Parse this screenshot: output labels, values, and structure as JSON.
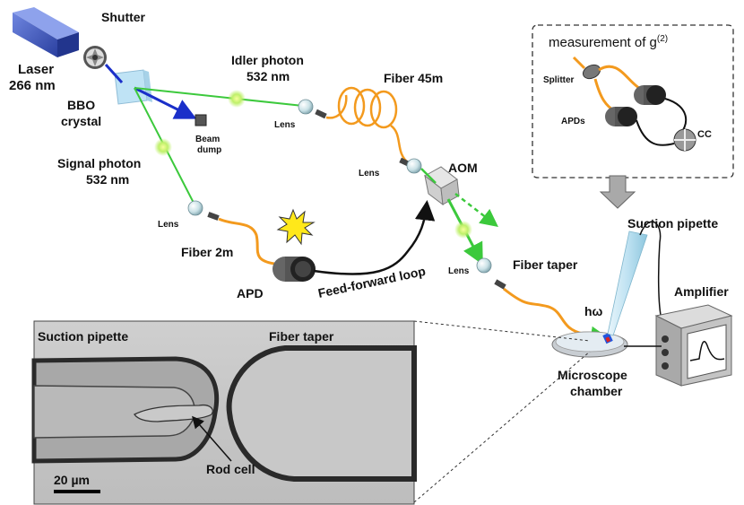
{
  "labels": {
    "shutter": "Shutter",
    "laser_line1": "Laser",
    "laser_line2": "266 nm",
    "bbo_line1": "BBO",
    "bbo_line2": "crystal",
    "idler_line1": "Idler photon",
    "idler_line2": "532 nm",
    "signal_line1": "Signal photon",
    "signal_line2": "532 nm",
    "beam_dump_line1": "Beam",
    "beam_dump_line2": "dump",
    "fiber_45": "Fiber 45m",
    "fiber_2": "Fiber 2m",
    "lens_idler": "Lens",
    "lens_aom_in": "Lens",
    "lens_signal": "Lens",
    "lens_taper": "Lens",
    "aom": "AOM",
    "apd": "APD",
    "feed_forward": "Feed-forward loop",
    "fiber_taper": "Fiber taper",
    "h_omega": "hω",
    "suction_pipette": "Suction pipette",
    "amplifier": "Amplifier",
    "microscope_line1": "Microscope",
    "microscope_line2": "chamber"
  },
  "g2_box": {
    "title": "measurement of g",
    "title_sup": "(2)",
    "splitter": "Splitter",
    "apds": "APDs",
    "cc": "CC"
  },
  "micrograph": {
    "label_pipette": "Suction pipette",
    "label_taper": "Fiber taper",
    "label_rod": "Rod cell",
    "scale_bar": "20 µm"
  },
  "colors": {
    "uv_laser": "#1a2fc9",
    "green_photon": "#3cc93c",
    "fiber": "#f39a1e",
    "laser_body": "#3a52b8",
    "crystal": "#bfe3f5"
  }
}
